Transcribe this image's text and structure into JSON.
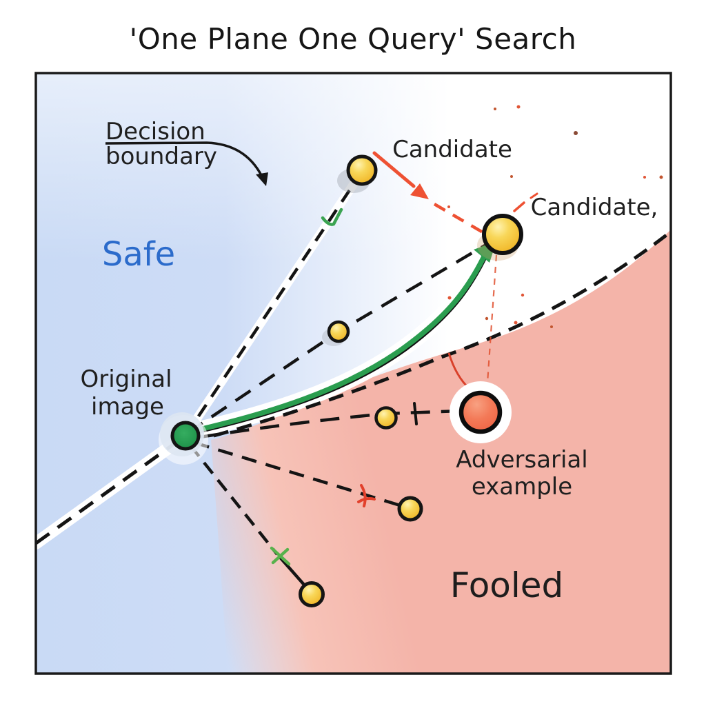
{
  "title": "'One Plane One Query' Search",
  "diagram": {
    "annotations": {
      "decision_boundary": {
        "line1": "Decision",
        "line2": "boundary"
      },
      "candidate_top": "Candidate",
      "candidate_selected": "Candidate,",
      "original": {
        "line1": "Original",
        "line2": "image"
      },
      "adversarial": {
        "line1": "Adversarial",
        "line2": "example"
      },
      "safe": "Safe",
      "fooled": "Fooled"
    },
    "regions": [
      {
        "name": "safe",
        "label": "Safe",
        "label_color": "#2b6bcb",
        "fill": "#cddcf7"
      },
      {
        "name": "fooled",
        "label": "Fooled",
        "label_color": "#1d1d1d",
        "fill": "#f4b6ab"
      }
    ],
    "points": [
      {
        "name": "original-image",
        "type": "source",
        "color": "#23984e"
      },
      {
        "name": "candidate-top",
        "type": "candidate",
        "color": "#f2bc30"
      },
      {
        "name": "candidate-selected",
        "type": "candidate",
        "color": "#f2bc30"
      },
      {
        "name": "candidate-mid",
        "type": "candidate",
        "color": "#f2bc30"
      },
      {
        "name": "candidate-inner",
        "type": "candidate",
        "color": "#f2bc30"
      },
      {
        "name": "candidate-low",
        "type": "candidate",
        "color": "#f2bc30"
      },
      {
        "name": "candidate-bottom",
        "type": "candidate",
        "color": "#f2bc30"
      },
      {
        "name": "adversarial-example",
        "type": "adversarial",
        "color": "#ee5e3f"
      }
    ],
    "colors": {
      "boundary_dash": "#141414",
      "search_arrow_green": "#2a9d4f",
      "candidate_arrow_orange": "#ee5133",
      "safe_text": "#2b6bcb",
      "frame": "#1a1a1a"
    }
  }
}
